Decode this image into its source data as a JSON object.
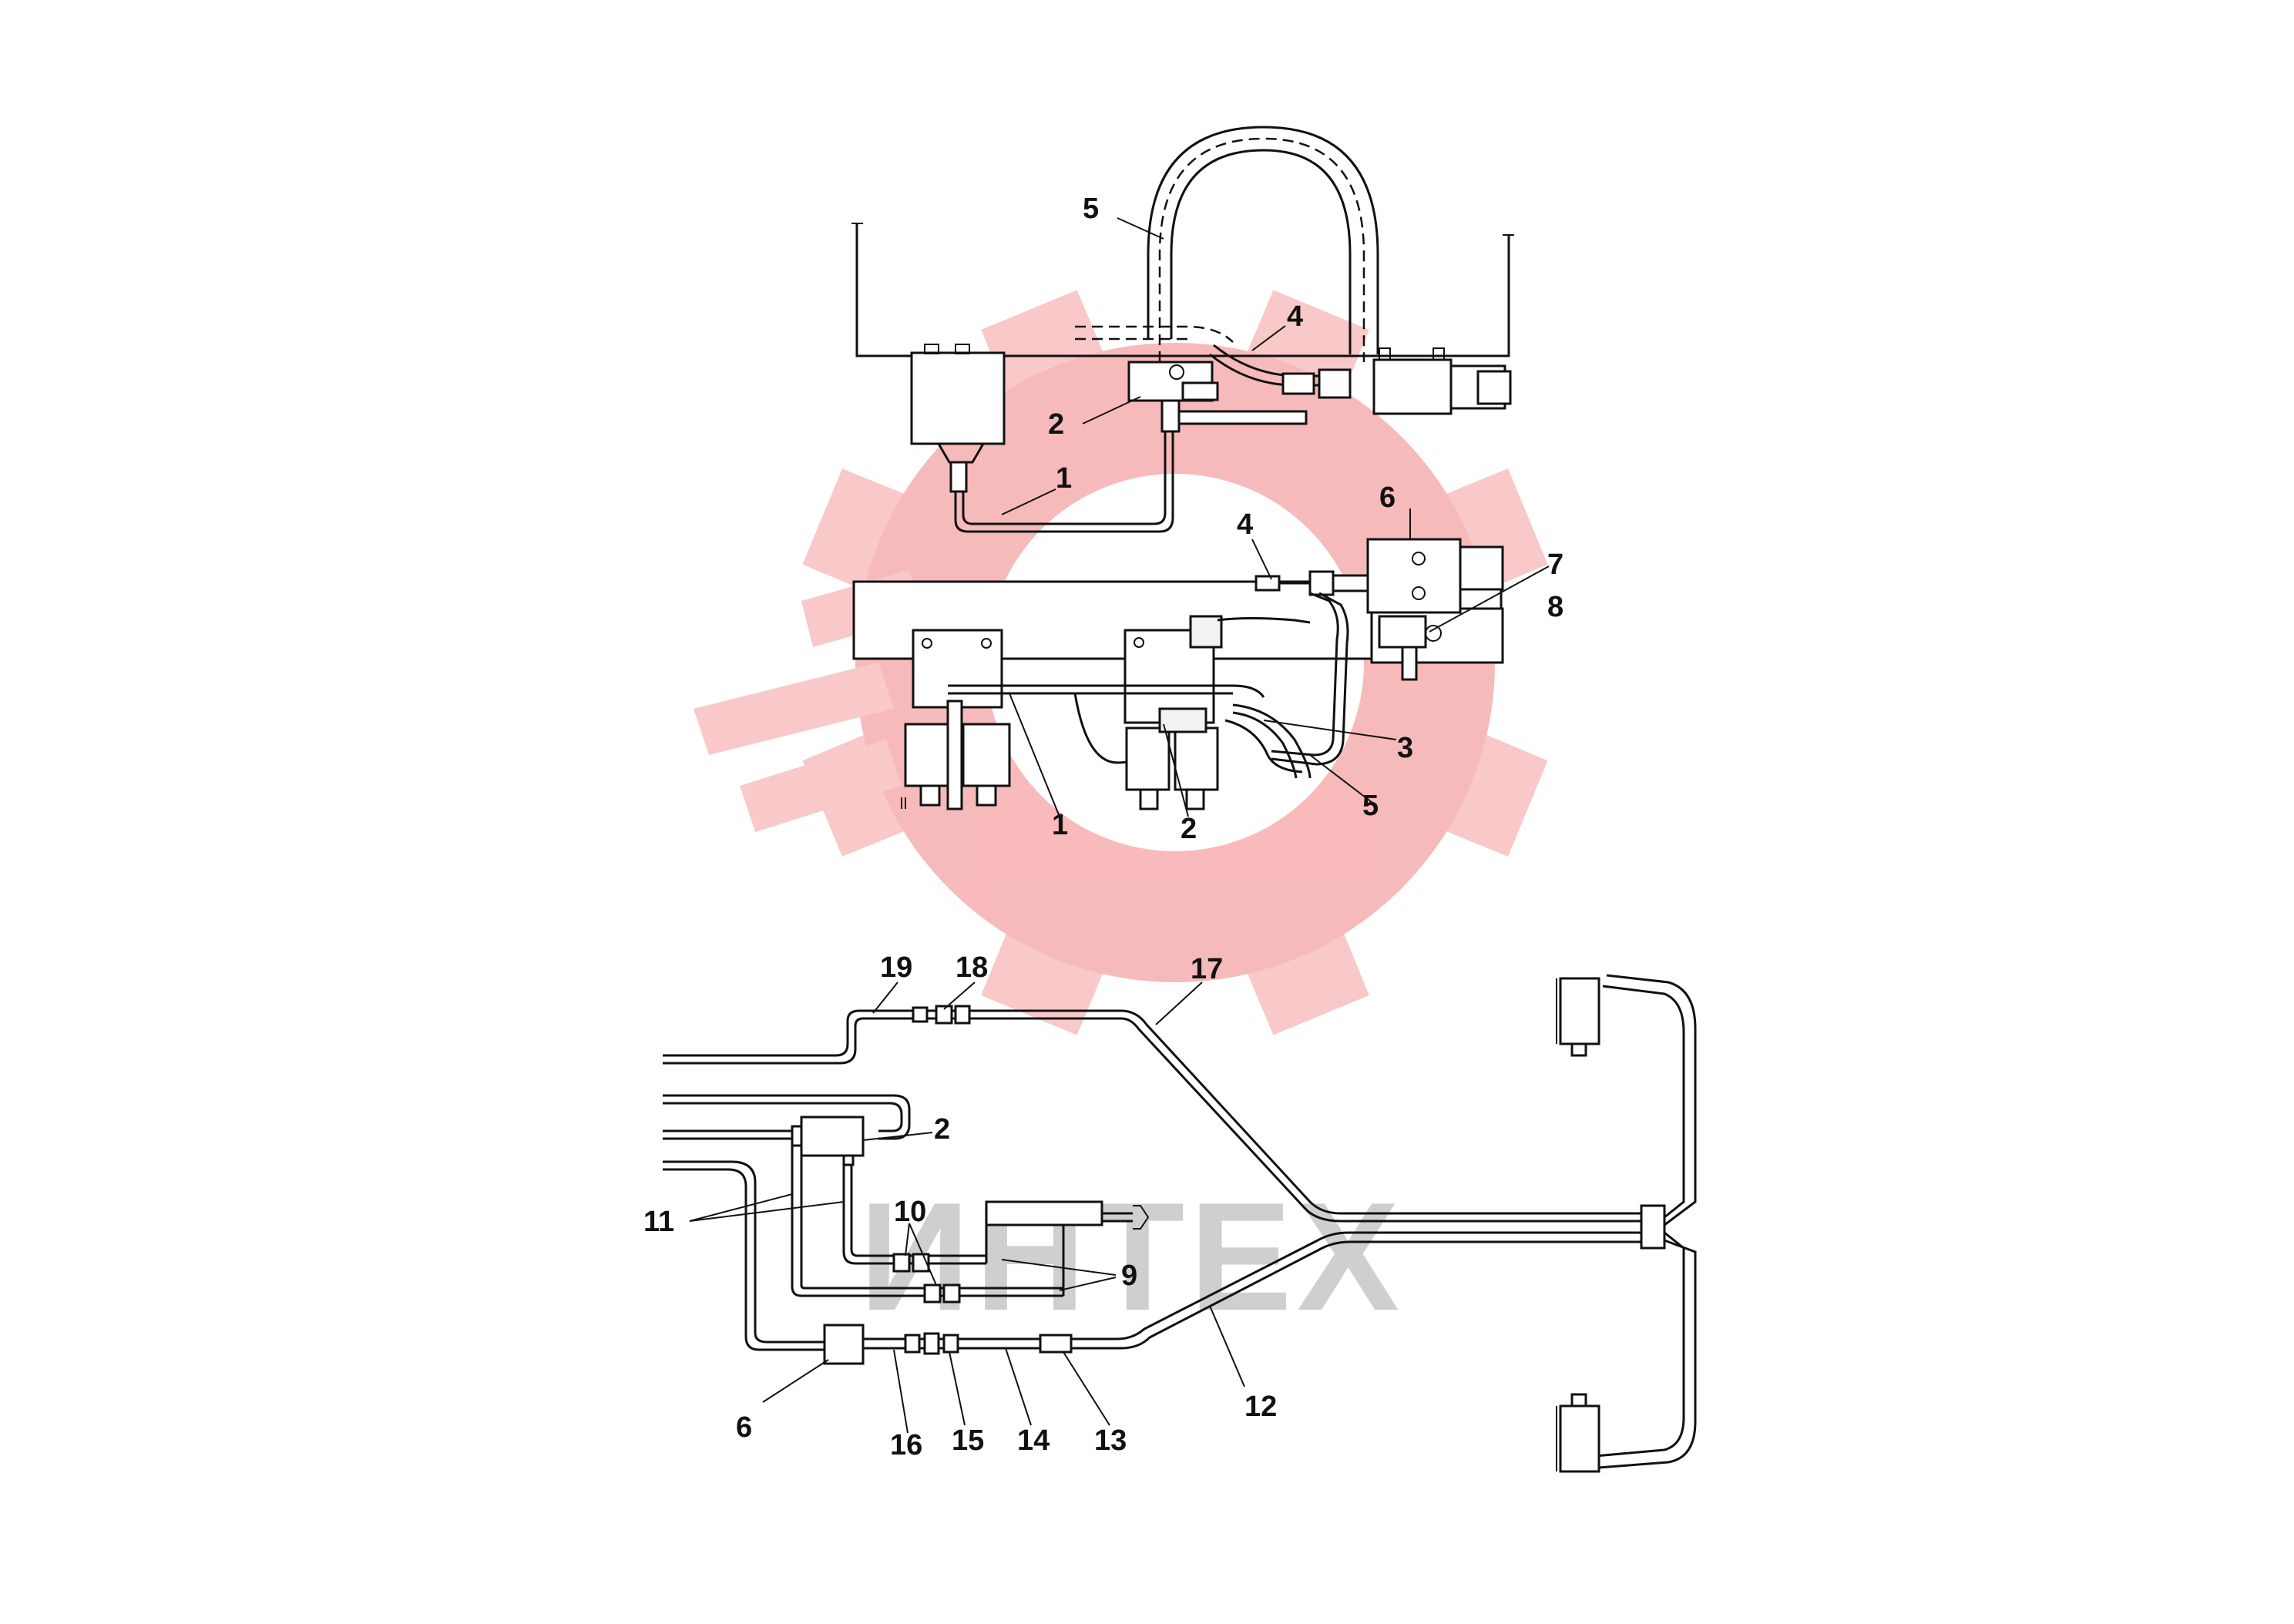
{
  "watermark": {
    "text": "ИНТЕХ",
    "gear_color": "#f7b3b3",
    "text_color": "#cfcfcf"
  },
  "colors": {
    "line": "#111111",
    "background": "#ffffff"
  },
  "callouts": {
    "top": [
      {
        "id": "t5",
        "label": "5"
      },
      {
        "id": "t4",
        "label": "4"
      },
      {
        "id": "t2",
        "label": "2"
      },
      {
        "id": "t1",
        "label": "1"
      }
    ],
    "middle": [
      {
        "id": "m6",
        "label": "6"
      },
      {
        "id": "m4",
        "label": "4"
      },
      {
        "id": "m7",
        "label": "7"
      },
      {
        "id": "m8",
        "label": "8"
      },
      {
        "id": "m3",
        "label": "3"
      },
      {
        "id": "m5",
        "label": "5"
      },
      {
        "id": "m1",
        "label": "1"
      },
      {
        "id": "m2",
        "label": "2"
      }
    ],
    "bottom": [
      {
        "id": "b19",
        "label": "19"
      },
      {
        "id": "b18",
        "label": "18"
      },
      {
        "id": "b17",
        "label": "17"
      },
      {
        "id": "b2",
        "label": "2"
      },
      {
        "id": "b11",
        "label": "11"
      },
      {
        "id": "b10",
        "label": "10"
      },
      {
        "id": "b9",
        "label": "9"
      },
      {
        "id": "b6",
        "label": "6"
      },
      {
        "id": "b16",
        "label": "16"
      },
      {
        "id": "b15",
        "label": "15"
      },
      {
        "id": "b14",
        "label": "14"
      },
      {
        "id": "b13",
        "label": "13"
      },
      {
        "id": "b12",
        "label": "12"
      }
    ]
  }
}
